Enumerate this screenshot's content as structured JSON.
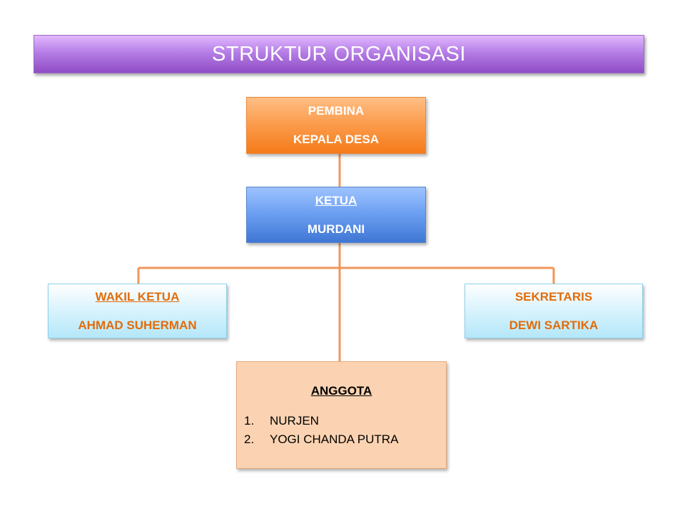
{
  "title": "STRUKTUR ORGANISASI",
  "colors": {
    "connector": "#f0965a",
    "pembina_fill": "#fb9a4a",
    "ketua_fill": "#6a9df0",
    "side_box_fill": "#b4e7fa",
    "side_box_text": "#e36c0a",
    "anggota_fill": "#fbd3b2"
  },
  "pembina": {
    "role": "PEMBINA",
    "name": "KEPALA DESA"
  },
  "ketua": {
    "role": "KETUA",
    "name": "MURDANI"
  },
  "wakil_ketua": {
    "role": "WAKIL KETUA",
    "name": "AHMAD SUHERMAN"
  },
  "sekretaris": {
    "role": "SEKRETARIS",
    "name": "DEWI SARTIKA"
  },
  "anggota": {
    "role": "ANGGOTA",
    "members": [
      {
        "num": "1.",
        "name": "NURJEN"
      },
      {
        "num": "2.",
        "name": "YOGI CHANDA PUTRA"
      }
    ]
  }
}
